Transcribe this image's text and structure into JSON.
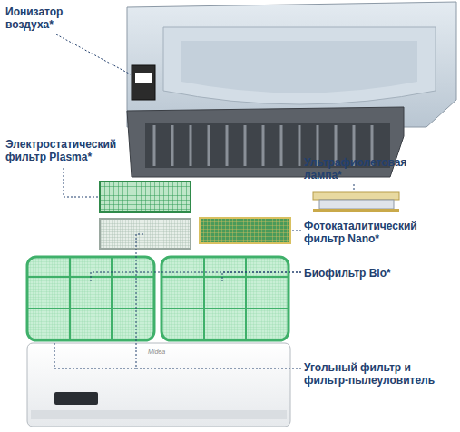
{
  "diagram": {
    "labels": [
      "Ионизатор воздуха*",
      "Электростатический фильтр Plasma*",
      "Ультрафиолетовая лампа*",
      "Фотокаталитический фильтр Nano*",
      "Биофильтр Bio*",
      "Угольный фильтр и фильтр-пылеуловитель",
      "Midea"
    ]
  }
}
